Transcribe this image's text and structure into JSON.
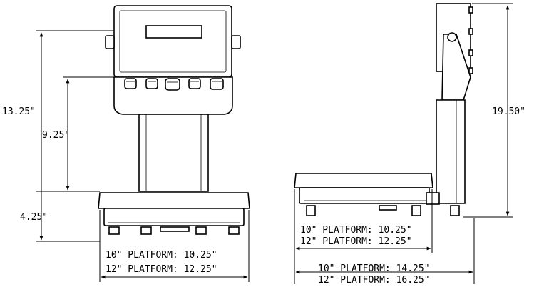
{
  "front_view": {
    "overall_height": "13.25\"",
    "column_height": "9.25\"",
    "base_height": "4.25\"",
    "platform_width_10": "10\" PLATFORM: 10.25\"",
    "platform_width_12": "12\" PLATFORM: 12.25\""
  },
  "side_view": {
    "total_height": "19.50\"",
    "platform_depth_10": "10\" PLATFORM: 10.25\"",
    "platform_depth_12": "12\" PLATFORM: 12.25\"",
    "overall_depth_10": "10\" PLATFORM: 14.25\"",
    "overall_depth_12": "12\" PLATFORM: 16.25\""
  },
  "colors": {
    "line": "#000000",
    "background": "#ffffff"
  }
}
